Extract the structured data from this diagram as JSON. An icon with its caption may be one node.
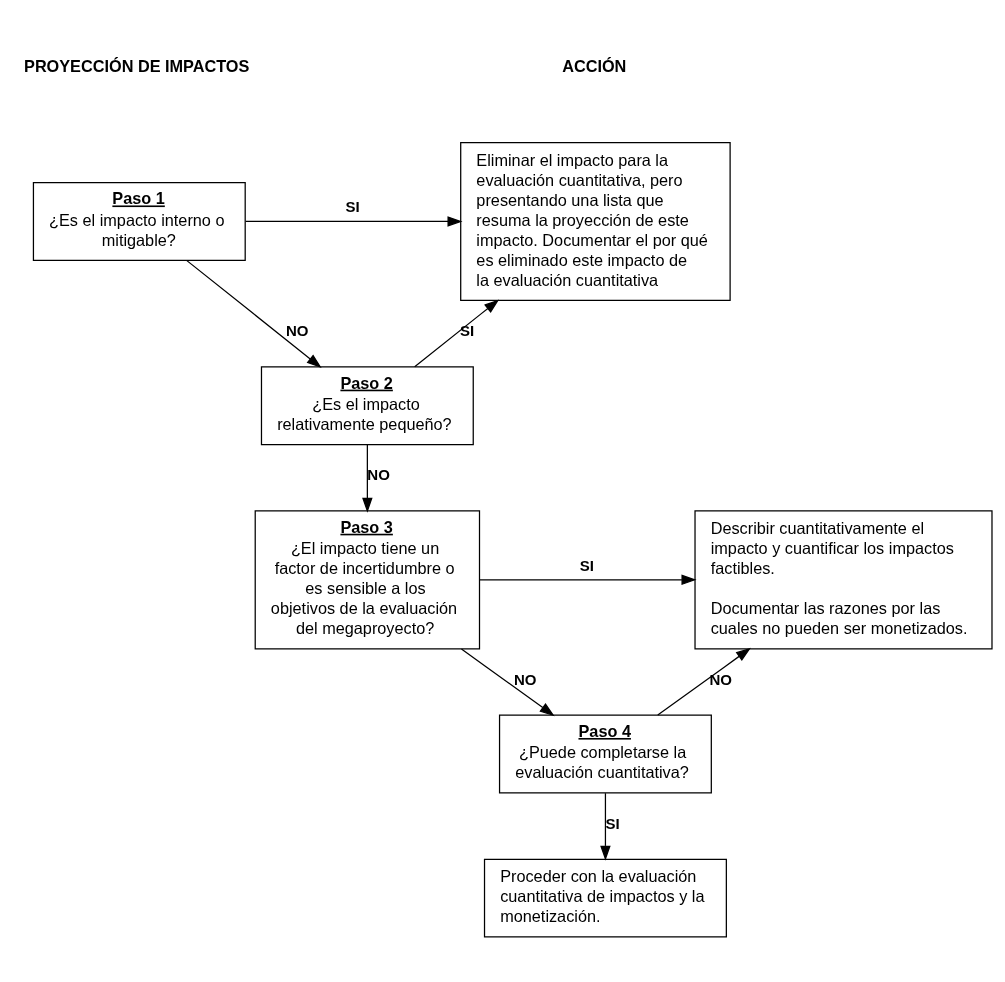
{
  "diagram": {
    "nodes": [
      {
        "text": [
          "Paso 1",
          "¿Es el impacto interno o mitigable?"
        ]
      },
      {
        "text": [
          "Paso 2",
          "¿Es el impacto relativamente pequeño?"
        ]
      },
      {
        "text": [
          "Paso 3",
          "¿El impacto tiene un factor de incertidumbre o es sensible a los objetivos de la evaluación del megaproyecto?"
        ]
      },
      {
        "text": [
          "Paso 4",
          "¿Puede completarse la evaluación cuantitativa?"
        ]
      },
      {
        "text": [
          "Eliminar el impacto para la evaluación cuantitativa, pero presentando una lista que resuma la proyección de este impacto. Documentar el por qué es eliminado este impacto de la evaluación cuantitativa"
        ]
      },
      {
        "text": [
          "Describir cuantitativamente el impacto y cuantificar los impactos factibles.",
          "Documentar las razones por las cuales no pueden ser monetizados."
        ]
      },
      {
        "text": [
          "Proceder con la evaluación cuantitativa de impactos y la monetización."
        ]
      }
    ],
    "edges": [
      {
        "from": 0,
        "to": 4,
        "arrow": "to",
        "label": "SI"
      },
      {
        "from": 0,
        "to": 1,
        "arrow": "to",
        "label": "NO"
      },
      {
        "from": 1,
        "to": 4,
        "arrow": "to",
        "label": "SI"
      },
      {
        "from": 1,
        "to": 2,
        "arrow": "to",
        "label": "NO"
      },
      {
        "from": 2,
        "to": 5,
        "arrow": "to",
        "label": "SI"
      },
      {
        "from": 2,
        "to": 3,
        "arrow": "to",
        "label": "NO"
      },
      {
        "from": 3,
        "to": 5,
        "arrow": "to",
        "label": "NO"
      },
      {
        "from": 3,
        "to": 6,
        "arrow": "to",
        "label": "SI"
      }
    ],
    "labels": [
      "PROYECCIÓN DE IMPACTOS",
      "ACCIÓN"
    ]
  }
}
